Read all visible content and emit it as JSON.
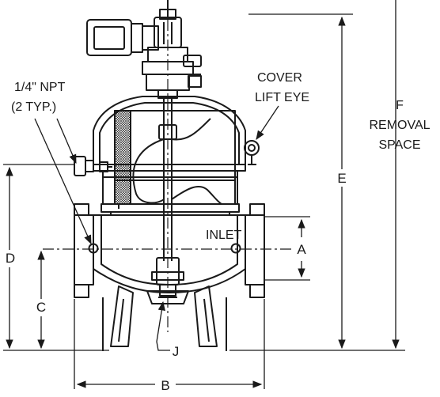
{
  "drawing": {
    "annotations": {
      "npt_line1": "1/4\" NPT",
      "npt_line2": "(2 TYP.)",
      "cover_line1": "COVER",
      "cover_line2": "LIFT EYE",
      "inlet": "INLET",
      "f_line1": "F",
      "f_line2": "REMOVAL",
      "f_line3": "SPACE"
    },
    "dimensions": {
      "a": "A",
      "b": "B",
      "c": "C",
      "d": "D",
      "e": "E",
      "j": "J"
    }
  },
  "colors": {
    "line": "#1a1a1a",
    "background": "#ffffff"
  }
}
